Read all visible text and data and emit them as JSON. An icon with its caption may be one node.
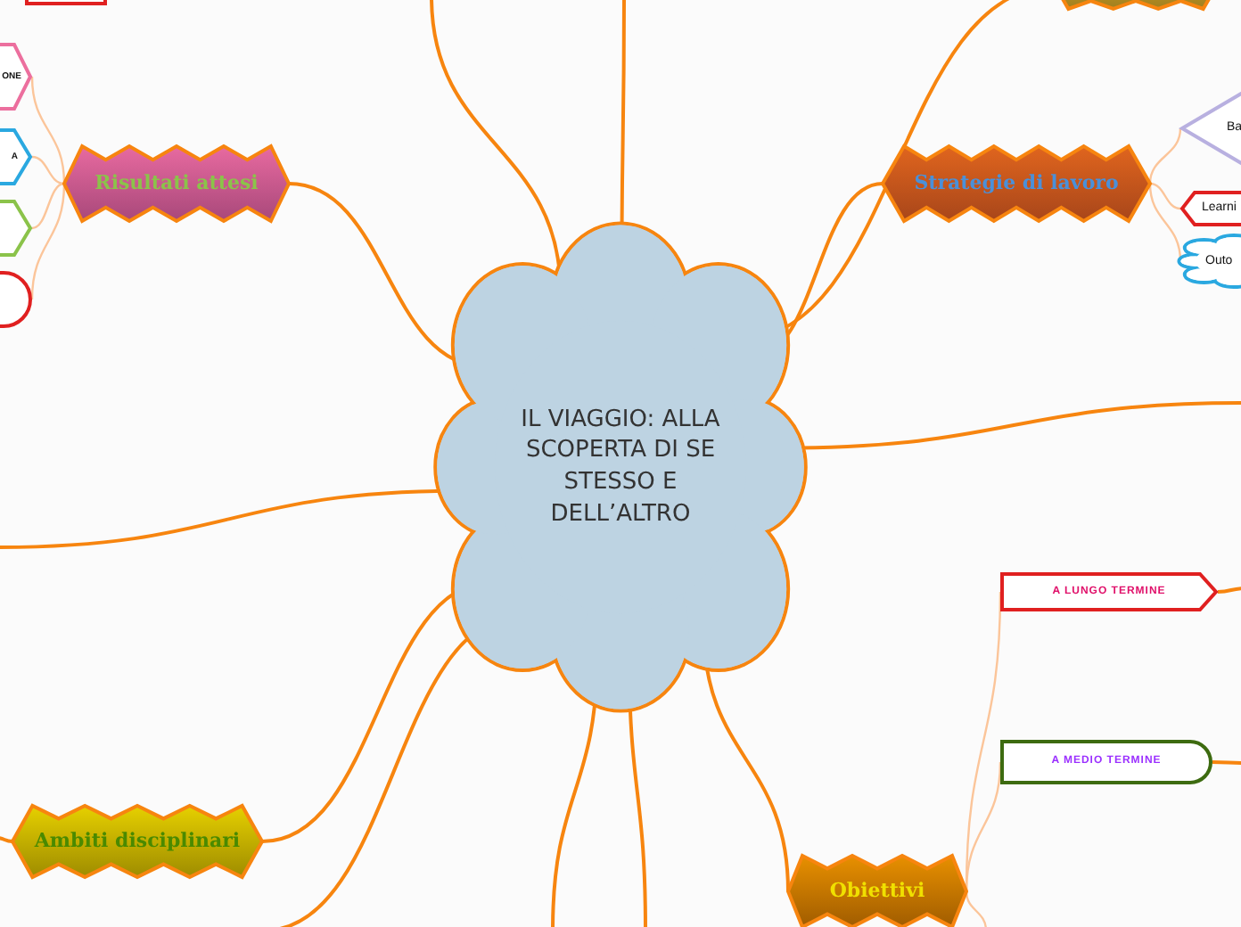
{
  "diagram": {
    "nodes": [
      {
        "text": [
          "IL VIAGGIO: ALLA SCOPERTA DI SE STESSO E DELL’ALTRO"
        ]
      },
      {
        "text": [
          "Risultati attesi"
        ]
      },
      {
        "text": [
          "ONE"
        ]
      },
      {
        "text": [
          "A"
        ]
      },
      {
        "text": [],
        "shape": "hexagon"
      },
      {
        "text": [],
        "shape": "box"
      },
      {
        "text": [
          "Strategie di lavoro"
        ]
      },
      {
        "text": [
          "Ba"
        ]
      },
      {
        "text": [
          "Learni"
        ]
      },
      {
        "text": [
          "Outo"
        ]
      },
      {
        "text": [
          "Ambiti disciplinari"
        ]
      },
      {
        "text": [
          "Obiettivi"
        ]
      },
      {
        "text": [
          "A LUNGO TERMINE"
        ]
      },
      {
        "text": [
          "A MEDIO TERMINE"
        ]
      },
      {
        "text": [],
        "shape": "box"
      },
      {
        "text": [],
        "shape": "star"
      }
    ],
    "edges": [
      {
        "from": 0,
        "to": 1,
        "arrow": "none"
      },
      {
        "from": 0,
        "to": 6,
        "arrow": "none"
      },
      {
        "from": 0,
        "to": 10,
        "arrow": "none"
      },
      {
        "from": 0,
        "to": 11,
        "arrow": "none"
      },
      {
        "from": 0,
        "to": 15,
        "arrow": "none"
      },
      {
        "from": 0,
        "to": null,
        "arrow": "none"
      },
      {
        "from": 0,
        "to": null,
        "arrow": "none"
      },
      {
        "from": 0,
        "to": null,
        "arrow": "none"
      },
      {
        "from": 0,
        "to": null,
        "arrow": "none"
      },
      {
        "from": 0,
        "to": null,
        "arrow": "none"
      },
      {
        "from": 0,
        "to": null,
        "arrow": "none"
      },
      {
        "from": 0,
        "to": null,
        "arrow": "none"
      },
      {
        "from": 1,
        "to": 2,
        "arrow": "none",
        "color": "#fbc59a"
      },
      {
        "from": 1,
        "to": 3,
        "arrow": "none",
        "color": "#fbc59a"
      },
      {
        "from": 1,
        "to": 4,
        "arrow": "none",
        "color": "#fbc59a"
      },
      {
        "from": 1,
        "to": 5,
        "arrow": "none",
        "color": "#fbc59a"
      },
      {
        "from": 6,
        "to": 7,
        "arrow": "none",
        "color": "#fbc59a"
      },
      {
        "from": 6,
        "to": 8,
        "arrow": "none",
        "color": "#fbc59a"
      },
      {
        "from": 6,
        "to": 9,
        "arrow": "none",
        "color": "#fbc59a"
      },
      {
        "from": 11,
        "to": 12,
        "arrow": "none",
        "color": "#fbc59a"
      },
      {
        "from": 11,
        "to": 13,
        "arrow": "none",
        "color": "#fbc59a"
      },
      {
        "from": 11,
        "to": null,
        "arrow": "none",
        "color": "#fbc59a"
      },
      {
        "from": 12,
        "to": null,
        "arrow": "none"
      },
      {
        "from": 13,
        "to": null,
        "arrow": "none"
      },
      {
        "from": 10,
        "to": null,
        "arrow": "none"
      }
    ]
  }
}
